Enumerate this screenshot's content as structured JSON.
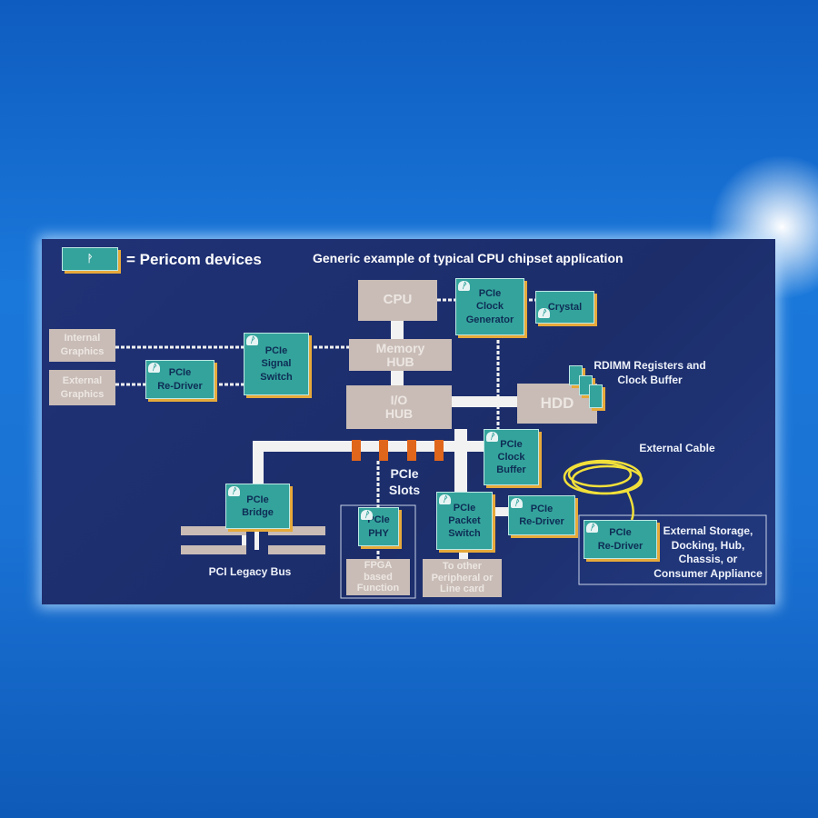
{
  "legend": {
    "label": "= Pericom devices"
  },
  "title": "Generic example of typical CPU chipset application",
  "blocks": {
    "cpu": "CPU",
    "memory_hub": [
      "Memory",
      "HUB"
    ],
    "io_hub": [
      "I/O",
      "HUB"
    ],
    "clock_gen": [
      "PCIe",
      "Clock",
      "Generator"
    ],
    "crystal": "Crystal",
    "internal_graphics": [
      "Internal",
      "Graphics"
    ],
    "external_graphics": [
      "External",
      "Graphics"
    ],
    "redriver_left": [
      "PCIe",
      "Re-Driver"
    ],
    "signal_switch": [
      "PCIe",
      "Signal",
      "Switch"
    ],
    "hdd": "HDD",
    "rdimm": [
      "RDIMM Registers and",
      "Clock Buffer"
    ],
    "clock_buffer": [
      "PCIe",
      "Clock",
      "Buffer"
    ],
    "bridge": [
      "PCIe",
      "Bridge"
    ],
    "pci_legacy": "PCI Legacy Bus",
    "slots": [
      "PCIe",
      "Slots"
    ],
    "phy": [
      "PCIe",
      "PHY"
    ],
    "fpga": [
      "FPGA",
      "based",
      "Function"
    ],
    "packet_switch": [
      "PCIe",
      "Packet",
      "Switch"
    ],
    "to_other": [
      "To other",
      "Peripheral or",
      "Line card"
    ],
    "redriver_mid": [
      "PCIe",
      "Re-Driver"
    ],
    "redriver_ext": [
      "PCIe",
      "Re-Driver"
    ],
    "external_cable": "External Cable",
    "external_storage": [
      "External Storage,",
      "Docking, Hub,",
      "Chassis, or",
      "Consumer Appliance"
    ]
  },
  "colors": {
    "pericom": "#34a39c",
    "chipset": "#c9bcb6",
    "slot": "#e0661c",
    "cable": "#f2e03a",
    "panel": "#1c2d6a"
  }
}
